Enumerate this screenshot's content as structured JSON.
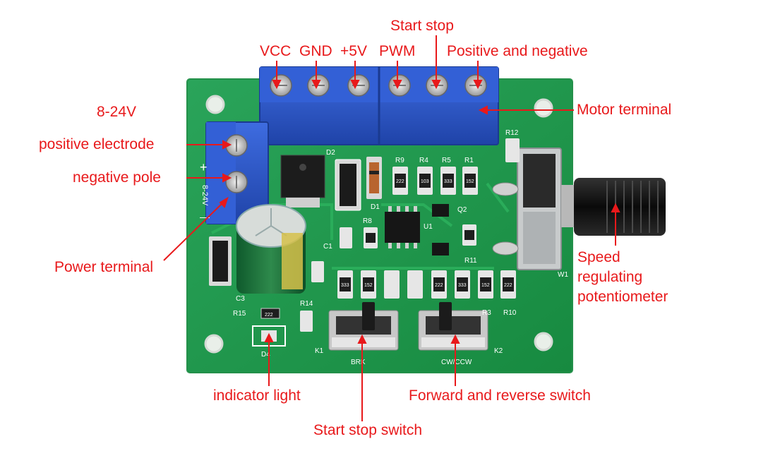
{
  "labels": {
    "vcc": "VCC",
    "gnd": "GND",
    "plus5v": "+5V",
    "pwm": "PWM",
    "start_stop": "Start stop",
    "positive_and_negative": "Positive and negative",
    "voltage_range": "8-24V",
    "positive_electrode": "positive electrode",
    "negative_pole": "negative pole",
    "power_terminal": "Power terminal",
    "motor_terminal": "Motor terminal",
    "speed_line1": "Speed",
    "speed_line2": "regulating",
    "speed_line3": "potentiometer",
    "indicator_light": "indicator light",
    "forward_reverse_switch": "Forward and reverse switch",
    "start_stop_switch": "Start stop switch"
  },
  "board_silkscreen": {
    "r12": "R12",
    "d2": "D2",
    "r9": "R9",
    "r4": "R4",
    "r5": "R5",
    "r1": "R1",
    "d1": "D1",
    "q2": "Q2",
    "r8": "R8",
    "u1": "U1",
    "c1": "C1",
    "r11": "R11",
    "c3": "C3",
    "r15": "R15",
    "r14": "R14",
    "d4": "D4",
    "k1": "K1",
    "k2": "K2",
    "brk": "BRK",
    "cw_ccw": "CW/CCW",
    "r10": "R10",
    "w1": "W1",
    "r3": "R3",
    "plus_mark": "+",
    "minus_mark": "—",
    "power_voltage": "8-24V",
    "r15_code": "222",
    "resistor_codes": [
      "222",
      "103",
      "333",
      "152"
    ],
    "bottom_resistor_codes": [
      "333",
      "152",
      "222",
      "333",
      "152",
      "222"
    ]
  },
  "colors": {
    "label_red": "#e8191b",
    "pcb_green": "#1f9a4a",
    "terminal_blue": "#2a55c8"
  }
}
